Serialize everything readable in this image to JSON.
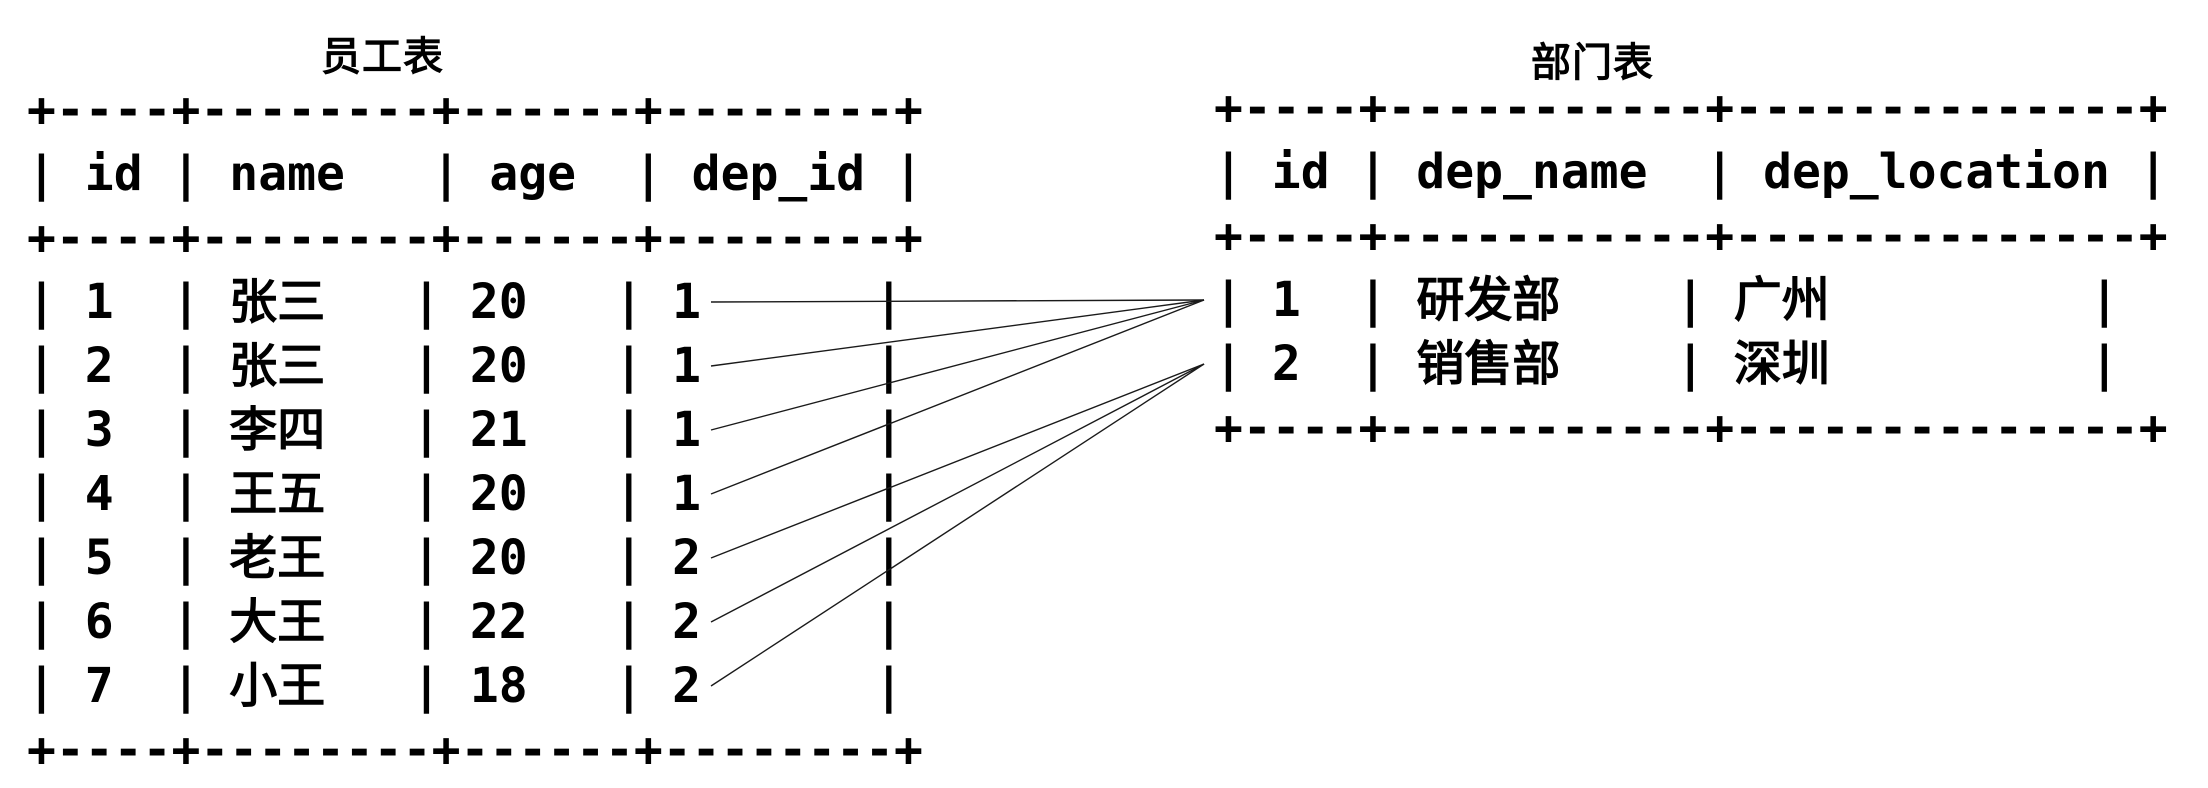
{
  "page": {
    "background": "#ffffff",
    "text_color": "#000000"
  },
  "employee_table": {
    "id": "employee-table",
    "title": "员工表",
    "columns": [
      {
        "name": "id",
        "width": 4
      },
      {
        "name": "name",
        "width": 8
      },
      {
        "name": "age",
        "width": 6
      },
      {
        "name": "dep_id",
        "width": 8
      }
    ],
    "rows": [
      [
        "1",
        "张三",
        "20",
        "1"
      ],
      [
        "2",
        "张三",
        "20",
        "1"
      ],
      [
        "3",
        "李四",
        "21",
        "1"
      ],
      [
        "4",
        "王五",
        "20",
        "1"
      ],
      [
        "5",
        "老王",
        "20",
        "2"
      ],
      [
        "6",
        "大王",
        "22",
        "2"
      ],
      [
        "7",
        "小王",
        "18",
        "2"
      ]
    ]
  },
  "department_table": {
    "id": "department-table",
    "title": "部门表",
    "columns": [
      {
        "name": "id",
        "width": 4
      },
      {
        "name": "dep_name",
        "width": 11
      },
      {
        "name": "dep_location",
        "width": 14
      }
    ],
    "rows": [
      [
        "1",
        "研发部",
        "广州"
      ],
      [
        "2",
        "销售部",
        "深圳"
      ]
    ]
  },
  "relationships": {
    "employee_key_column": "dep_id",
    "department_key_column": "id",
    "line_color": "#1a1a1a",
    "links": [
      {
        "employee_id": "1",
        "department_id": "1"
      },
      {
        "employee_id": "2",
        "department_id": "1"
      },
      {
        "employee_id": "3",
        "department_id": "1"
      },
      {
        "employee_id": "4",
        "department_id": "1"
      },
      {
        "employee_id": "5",
        "department_id": "2"
      },
      {
        "employee_id": "6",
        "department_id": "2"
      },
      {
        "employee_id": "7",
        "department_id": "2"
      }
    ]
  }
}
